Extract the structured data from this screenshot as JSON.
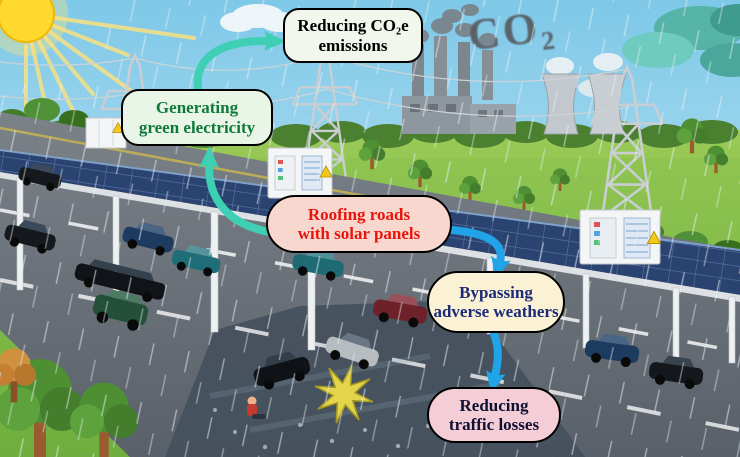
{
  "scene": {
    "co2_smoke": "CO₂"
  },
  "labels": {
    "reduce_co2": {
      "line1": "Reducing CO₂e",
      "line2": "emissions",
      "bg": "#f2f7ee",
      "fg": "#000000"
    },
    "green_electricity": {
      "line1": "Generating",
      "line2": "green electricity",
      "bg": "#e9f5e6",
      "fg": "#0e7a3a"
    },
    "roofing_roads": {
      "line1": "Roofing roads",
      "line2": "with solar panels",
      "bg": "#f8d7cf",
      "fg": "#e8150d"
    },
    "bypassing": {
      "line1": "Bypassing",
      "line2": "adverse weathers",
      "bg": "#fbf2d5",
      "fg": "#1c2a78"
    },
    "traffic_losses": {
      "line1": "Reducing",
      "line2": "traffic losses",
      "bg": "#f5cdd6",
      "fg": "#0d1030"
    }
  },
  "colors": {
    "arrow_teal": "#3ecfb4",
    "arrow_blue": "#21a3e8",
    "solar_panel": "#2a4370",
    "sun": "#ffd92e",
    "wet_road": "#44505c"
  }
}
